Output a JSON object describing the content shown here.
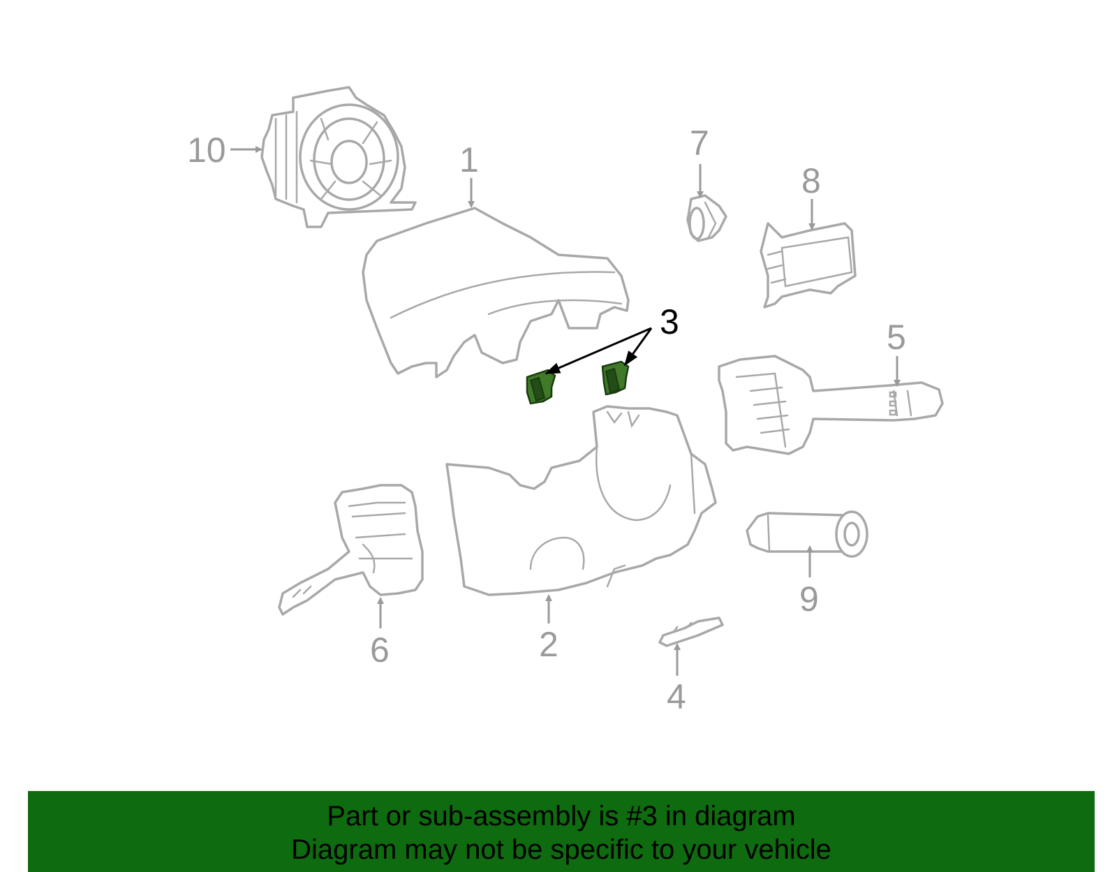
{
  "banner": {
    "line1": "Part or sub-assembly is #3 in diagram",
    "line2": "Diagram may not be specific to your vehicle",
    "color": "#0f6b0f"
  },
  "highlight_color": "#3e7a28",
  "callouts": {
    "c1": "1",
    "c2": "2",
    "c3": "3",
    "c4": "4",
    "c5": "5",
    "c6": "6",
    "c7": "7",
    "c8": "8",
    "c9": "9",
    "c10": "10"
  }
}
